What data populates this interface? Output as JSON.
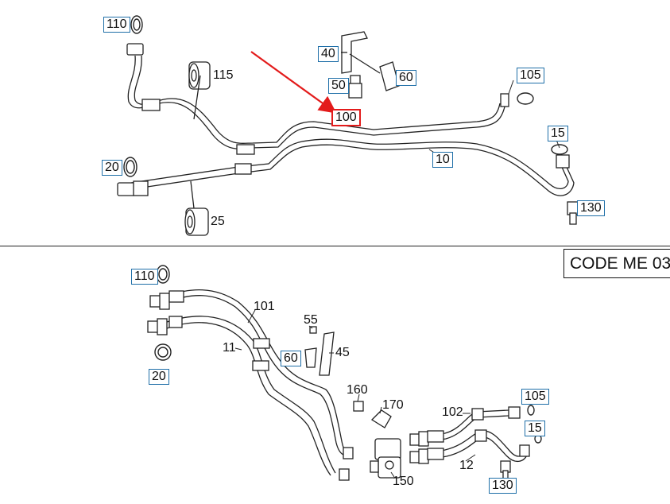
{
  "top_section": {
    "boxed_labels": {
      "p110": "110",
      "p40": "40",
      "p50": "50",
      "p60": "60",
      "p105": "105",
      "p100": "100",
      "p15": "15",
      "p20": "20",
      "p10": "10",
      "p130": "130"
    },
    "plain_labels": {
      "p115": "115",
      "p25": "25"
    }
  },
  "bottom_section": {
    "code_label": "CODE ME 03",
    "boxed_labels": {
      "p110": "110",
      "p60": "60",
      "p20": "20",
      "p105": "105",
      "p15": "15",
      "p130": "130"
    },
    "plain_labels": {
      "p101": "101",
      "p55": "55",
      "p11": "11",
      "p45": "45",
      "p160": "160",
      "p170": "170",
      "p102": "102",
      "p12": "12",
      "p150": "150"
    }
  },
  "colors": {
    "box_border": "#1f6fa8",
    "highlight": "#e31b1b",
    "line": "#222222"
  }
}
